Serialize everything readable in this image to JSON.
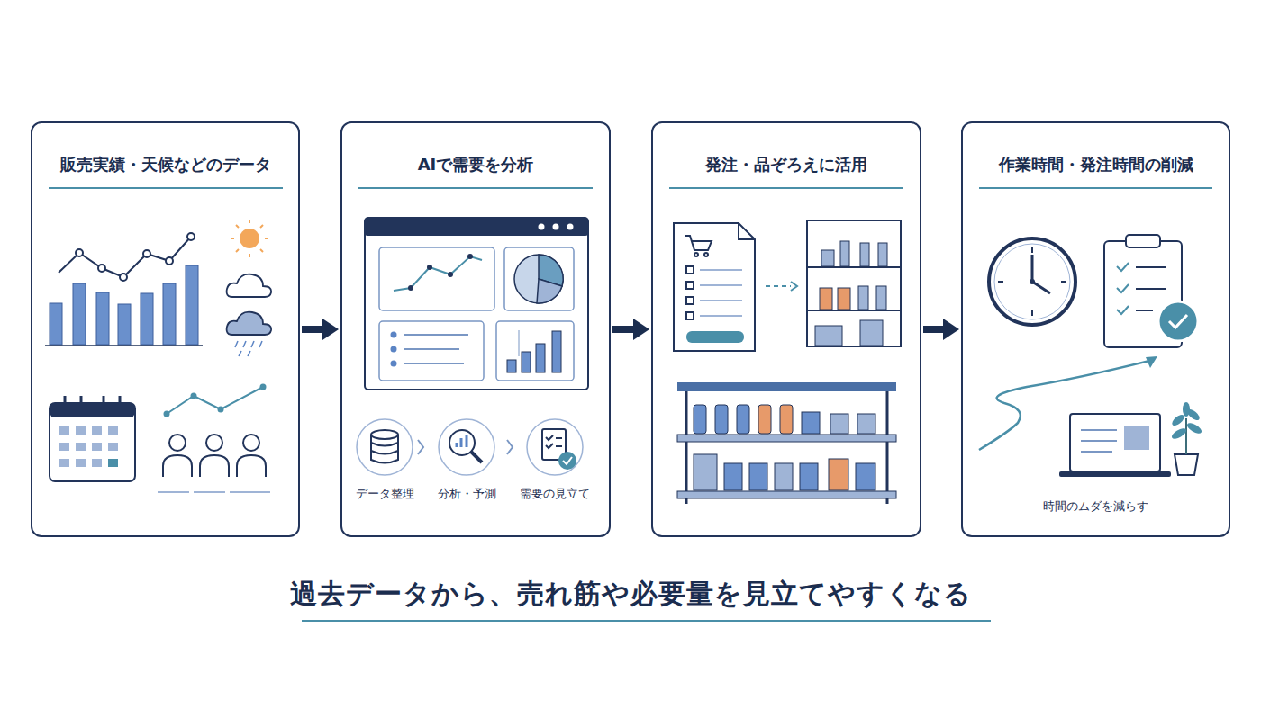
{
  "diagram": {
    "caption": "過去データから、売れ筋や必要量を見立てやすくなる",
    "nodes": [
      {
        "text": [
          "販売実績・天候などのデータ"
        ]
      },
      {
        "text": [
          "AIで需要を分析"
        ]
      },
      {
        "text": [
          "発注・品ぞろえに活用"
        ]
      },
      {
        "text": [
          "作業時間・発注時間の削減"
        ]
      }
    ],
    "edges": [
      {
        "from": 0,
        "to": 1,
        "arrow": "to"
      },
      {
        "from": 1,
        "to": 2,
        "arrow": "to"
      },
      {
        "from": 2,
        "to": 3,
        "arrow": "to"
      }
    ],
    "labels": [
      "データ整理",
      "分析・予測",
      "需要の見立て",
      "時間のムダを減らす"
    ]
  }
}
